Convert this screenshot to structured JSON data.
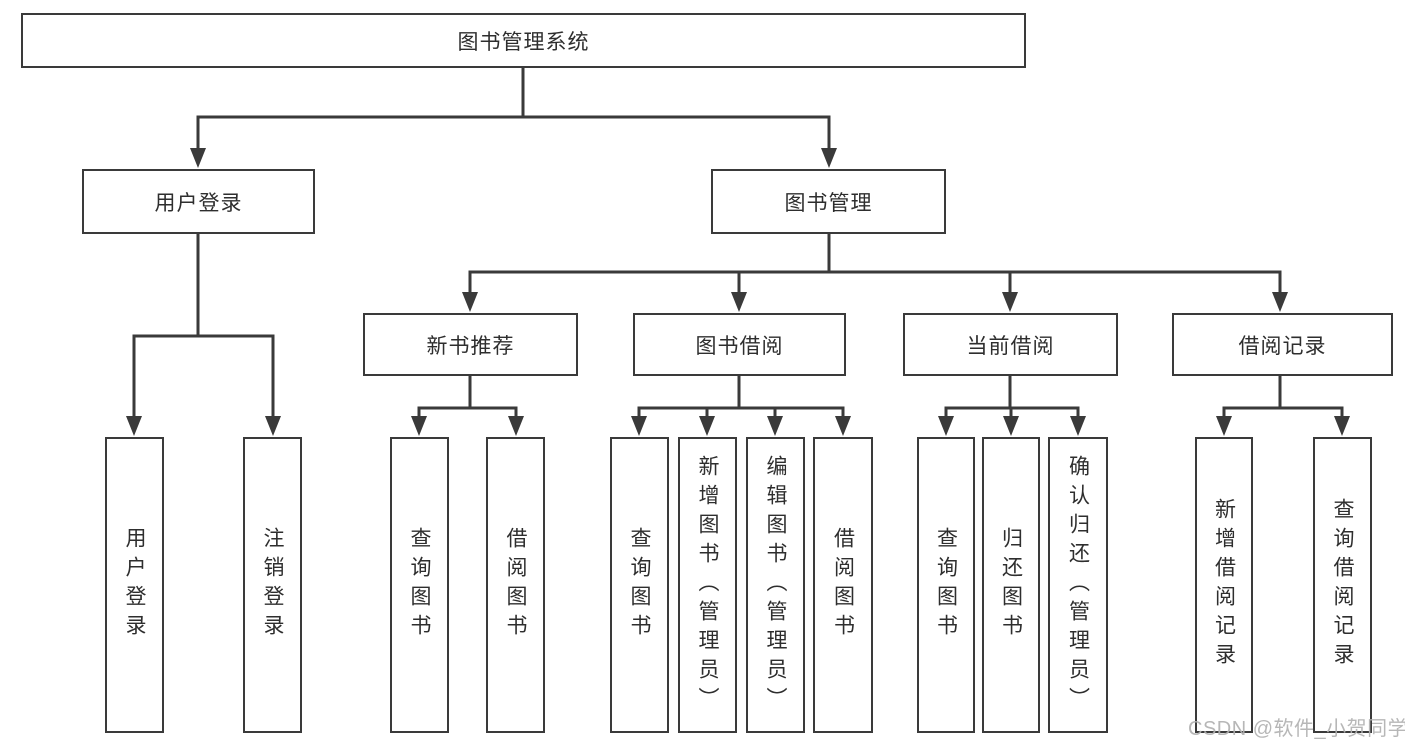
{
  "diagram": {
    "root": {
      "label": "图书管理系统"
    },
    "branches": [
      {
        "label": "用户登录",
        "children": [
          {
            "label": "用户登录"
          },
          {
            "label": "注销登录"
          }
        ]
      },
      {
        "label": "图书管理",
        "children": [
          {
            "label": "新书推荐",
            "children": [
              {
                "label": "查询图书"
              },
              {
                "label": "借阅图书"
              }
            ]
          },
          {
            "label": "图书借阅",
            "children": [
              {
                "label": "查询图书"
              },
              {
                "label": "新增图书（管理员）"
              },
              {
                "label": "编辑图书（管理员）"
              },
              {
                "label": "借阅图书"
              }
            ]
          },
          {
            "label": "当前借阅",
            "children": [
              {
                "label": "查询图书"
              },
              {
                "label": "归还图书"
              },
              {
                "label": "确认归还（管理员）"
              }
            ]
          },
          {
            "label": "借阅记录",
            "children": [
              {
                "label": "新增借阅记录"
              },
              {
                "label": "查询借阅记录"
              }
            ]
          }
        ]
      }
    ]
  },
  "watermark": {
    "text": "CSDN @软件_小贺同学"
  },
  "colors": {
    "line": "#3a3a3a",
    "text": "#2e2e2e",
    "watermark": "#b1b1b1",
    "background": "#ffffff"
  }
}
